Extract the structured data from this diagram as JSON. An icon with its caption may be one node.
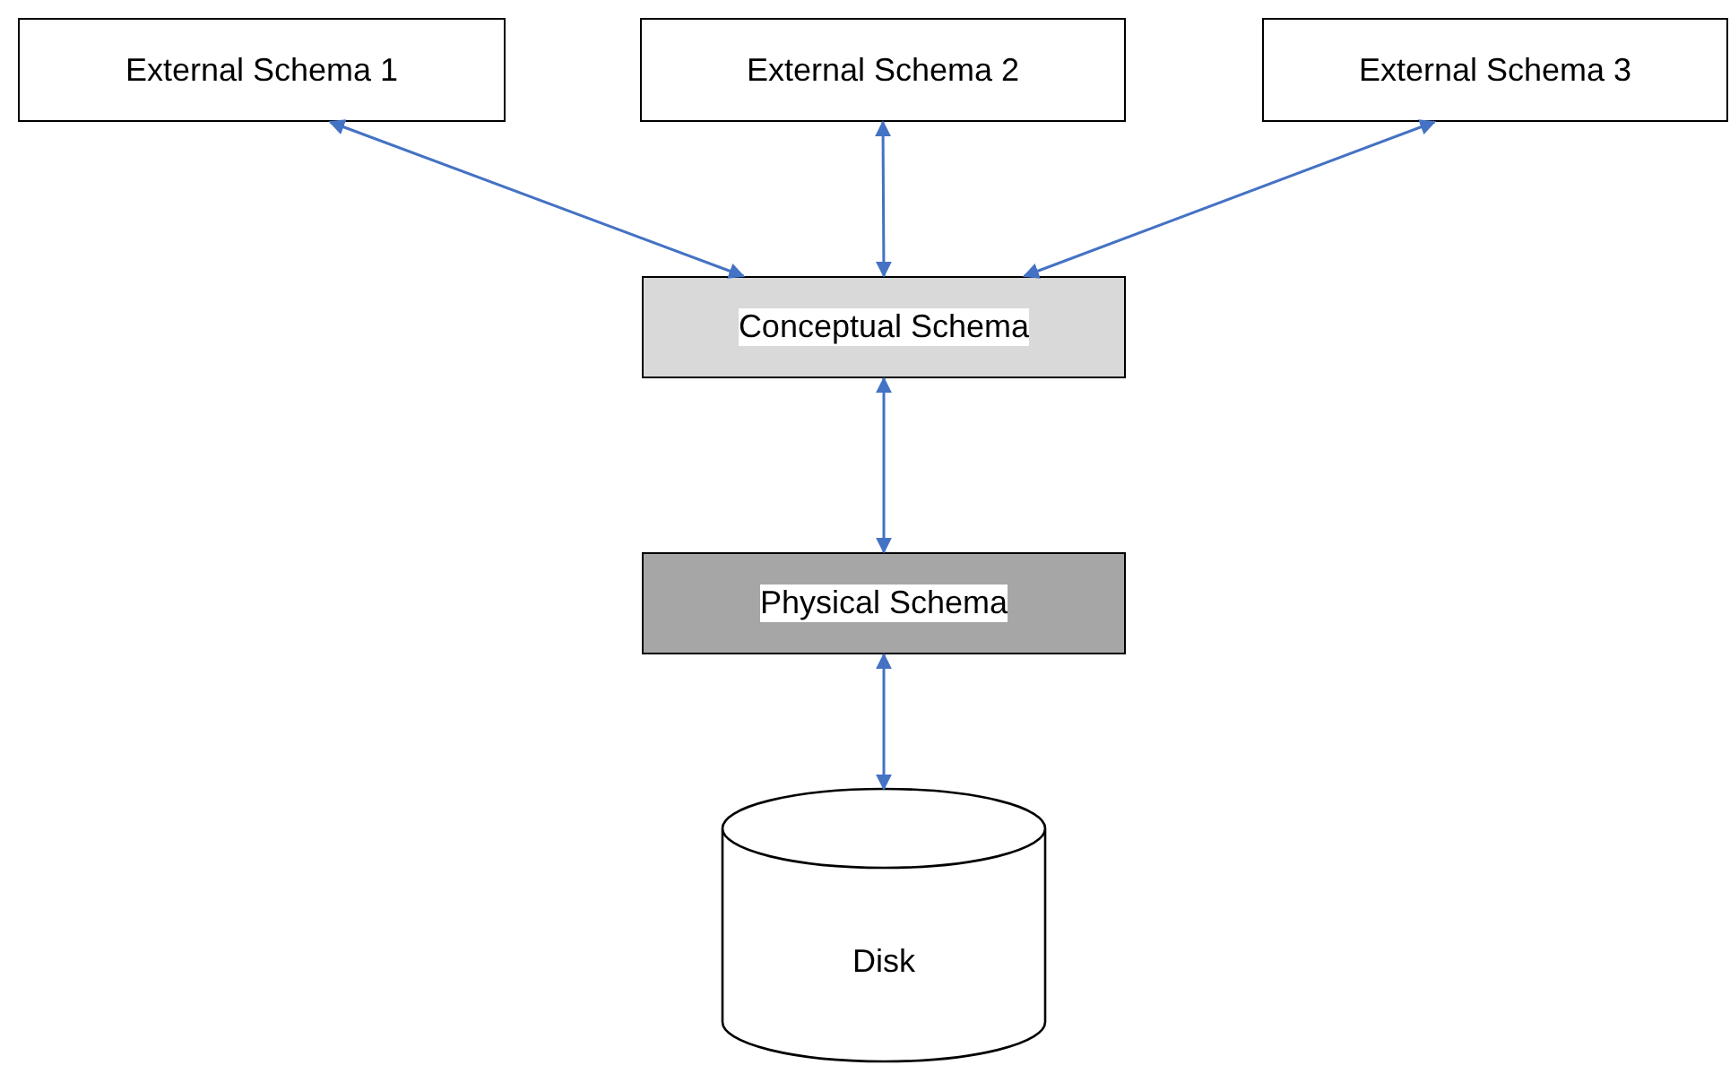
{
  "diagram": {
    "nodes": [
      {
        "text": [
          "External Schema 1"
        ]
      },
      {
        "text": [
          "External Schema 2"
        ]
      },
      {
        "text": [
          "External Schema 3"
        ]
      },
      {
        "text": [
          "Conceptual Schema"
        ]
      },
      {
        "text": [
          "Physical Schema"
        ]
      },
      {
        "text": [
          "Disk"
        ]
      }
    ],
    "edges": [
      {
        "from": 0,
        "to": 3,
        "arrow": "both"
      },
      {
        "from": 1,
        "to": 3,
        "arrow": "both"
      },
      {
        "from": 2,
        "to": 3,
        "arrow": "both"
      },
      {
        "from": 3,
        "to": 4,
        "arrow": "both"
      },
      {
        "from": 4,
        "to": 5,
        "arrow": "both"
      }
    ]
  }
}
